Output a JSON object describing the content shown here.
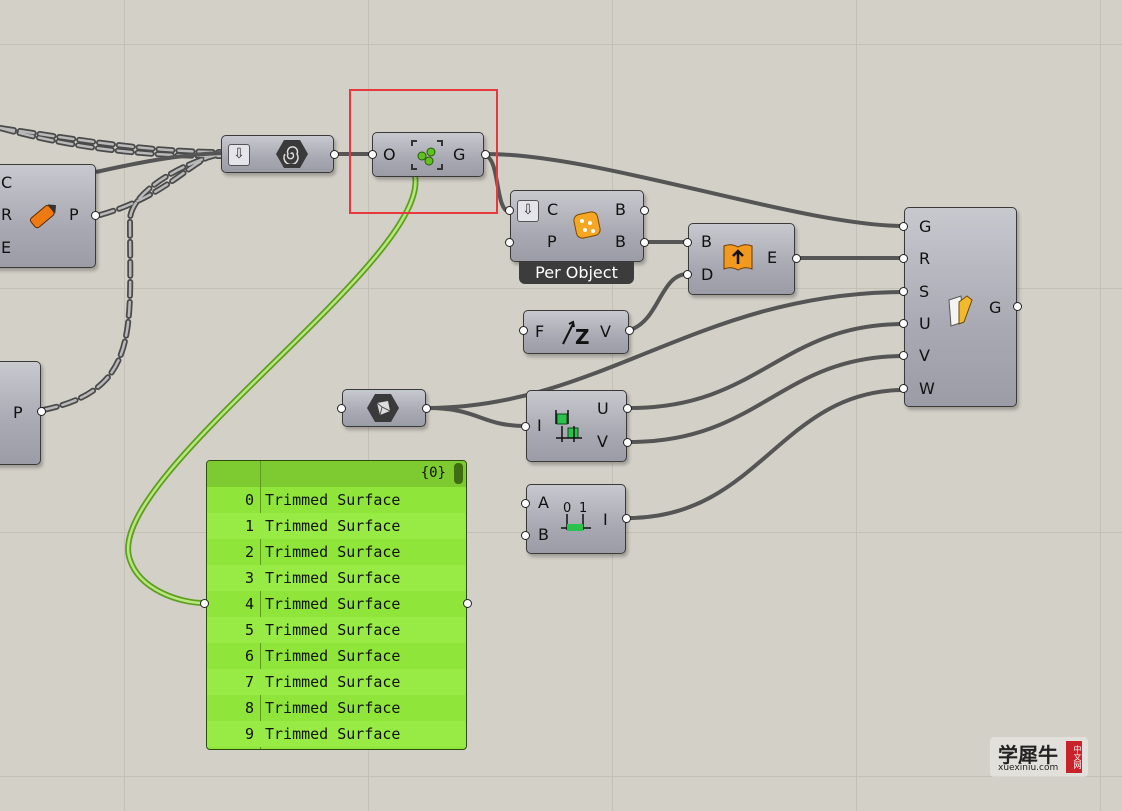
{
  "components": {
    "left_partial_top": {
      "inputs": [
        "C",
        "R",
        "E"
      ],
      "output": "P"
    },
    "left_partial_bottom": {
      "output": "P"
    },
    "hex_component": {
      "icon": "hexagon-swirl-icon"
    },
    "explode_tree": {
      "input": "O",
      "output": "G",
      "icon": "explode-tree-icon"
    },
    "per_object": {
      "inputs": [
        "C",
        "P"
      ],
      "outputs": [
        "B",
        "B"
      ],
      "tag": "Per Object",
      "icon": "dice-icon"
    },
    "book_comp": {
      "inputs": [
        "B",
        "D"
      ],
      "output": "E",
      "icon": "book-arrow-icon"
    },
    "fz": {
      "input": "F",
      "output": "V",
      "icon": "z-vector-icon"
    },
    "brep_param": {
      "icon": "brep-icon"
    },
    "divide": {
      "input": "I",
      "outputs": [
        "U",
        "V"
      ],
      "icon": "divide-domain-icon"
    },
    "range": {
      "inputs": [
        "A",
        "B"
      ],
      "output": "I",
      "icon": "range-01-icon"
    },
    "big_comp": {
      "inputs": [
        "G",
        "R",
        "S",
        "U",
        "V",
        "W"
      ],
      "output": "G",
      "icon": "paper-pen-icon"
    }
  },
  "panel": {
    "header": "{0}",
    "rows": [
      {
        "i": "0",
        "v": "Trimmed Surface"
      },
      {
        "i": "1",
        "v": "Trimmed Surface"
      },
      {
        "i": "2",
        "v": "Trimmed Surface"
      },
      {
        "i": "3",
        "v": "Trimmed Surface"
      },
      {
        "i": "4",
        "v": "Trimmed Surface"
      },
      {
        "i": "5",
        "v": "Trimmed Surface"
      },
      {
        "i": "6",
        "v": "Trimmed Surface"
      },
      {
        "i": "7",
        "v": "Trimmed Surface"
      },
      {
        "i": "8",
        "v": "Trimmed Surface"
      },
      {
        "i": "9",
        "v": "Trimmed Surface"
      }
    ]
  },
  "watermark": {
    "main": "学犀牛",
    "sub": "xuexiniu.com",
    "seal": "中文网"
  }
}
